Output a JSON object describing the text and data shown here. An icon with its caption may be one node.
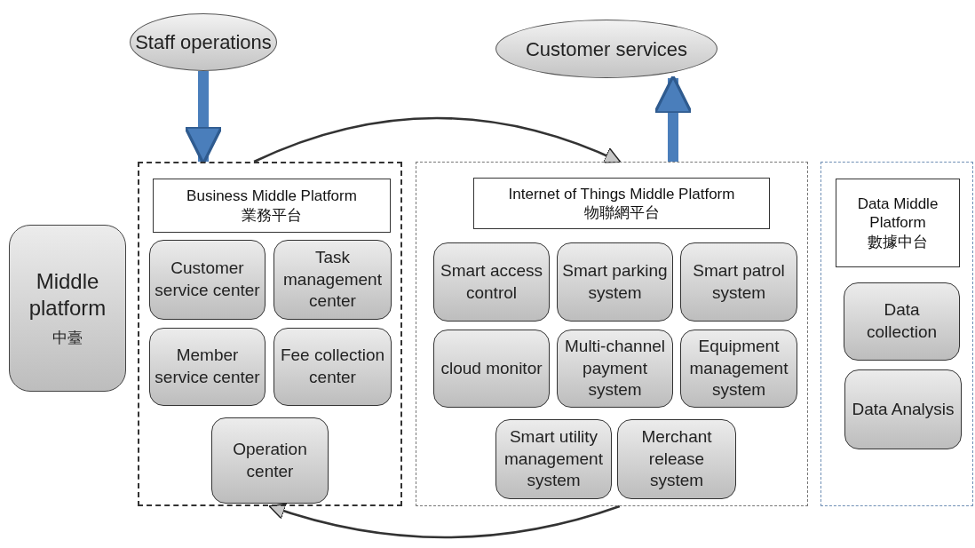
{
  "diagram": {
    "nodes": [
      {
        "text": [
          "Staff operations"
        ]
      },
      {
        "text": [
          "Customer services"
        ]
      },
      {
        "text": [
          "Middle platform",
          "中臺"
        ]
      },
      {
        "text": [],
        "shape": "box"
      },
      {
        "text": [
          "Business Middle Platform",
          "業務平台"
        ],
        "in": 3
      },
      {
        "text": [
          "Customer service center"
        ],
        "in": 3
      },
      {
        "text": [
          "Task management center"
        ],
        "in": 3
      },
      {
        "text": [
          "Member service center"
        ],
        "in": 3
      },
      {
        "text": [
          "Fee collection center"
        ],
        "in": 3
      },
      {
        "text": [
          "Operation center"
        ],
        "in": 3
      },
      {
        "text": [],
        "shape": "box"
      },
      {
        "text": [
          "Internet of Things Middle Platform",
          "物聯網平台"
        ],
        "in": 10
      },
      {
        "text": [
          "Smart access control"
        ],
        "in": 10
      },
      {
        "text": [
          "Smart parking system"
        ],
        "in": 10
      },
      {
        "text": [
          "Smart patrol system"
        ],
        "in": 10
      },
      {
        "text": [
          "cloud monitor"
        ],
        "in": 10
      },
      {
        "text": [
          "Multi-channel payment system"
        ],
        "in": 10
      },
      {
        "text": [
          "Equipment management system"
        ],
        "in": 10
      },
      {
        "text": [
          "Smart utility management system"
        ],
        "in": 10
      },
      {
        "text": [
          "Merchant release system"
        ],
        "in": 10
      },
      {
        "text": [],
        "shape": "box"
      },
      {
        "text": [
          "Data Middle Platform",
          "數據中台"
        ],
        "in": 20
      },
      {
        "text": [
          "Data collection"
        ],
        "in": 20
      },
      {
        "text": [
          "Data Analysis"
        ],
        "in": 20
      }
    ],
    "edges": [
      {
        "from": 0,
        "to": 3,
        "arrow": "to",
        "style": "thick",
        "color": "#4a7ebb"
      },
      {
        "from": 10,
        "to": 1,
        "arrow": "to",
        "style": "thick",
        "color": "#4a7ebb"
      },
      {
        "from": 3,
        "to": 10,
        "arrow": "to",
        "color": "#333333"
      },
      {
        "from": 10,
        "to": 3,
        "arrow": "to",
        "color": "#333333"
      }
    ]
  }
}
